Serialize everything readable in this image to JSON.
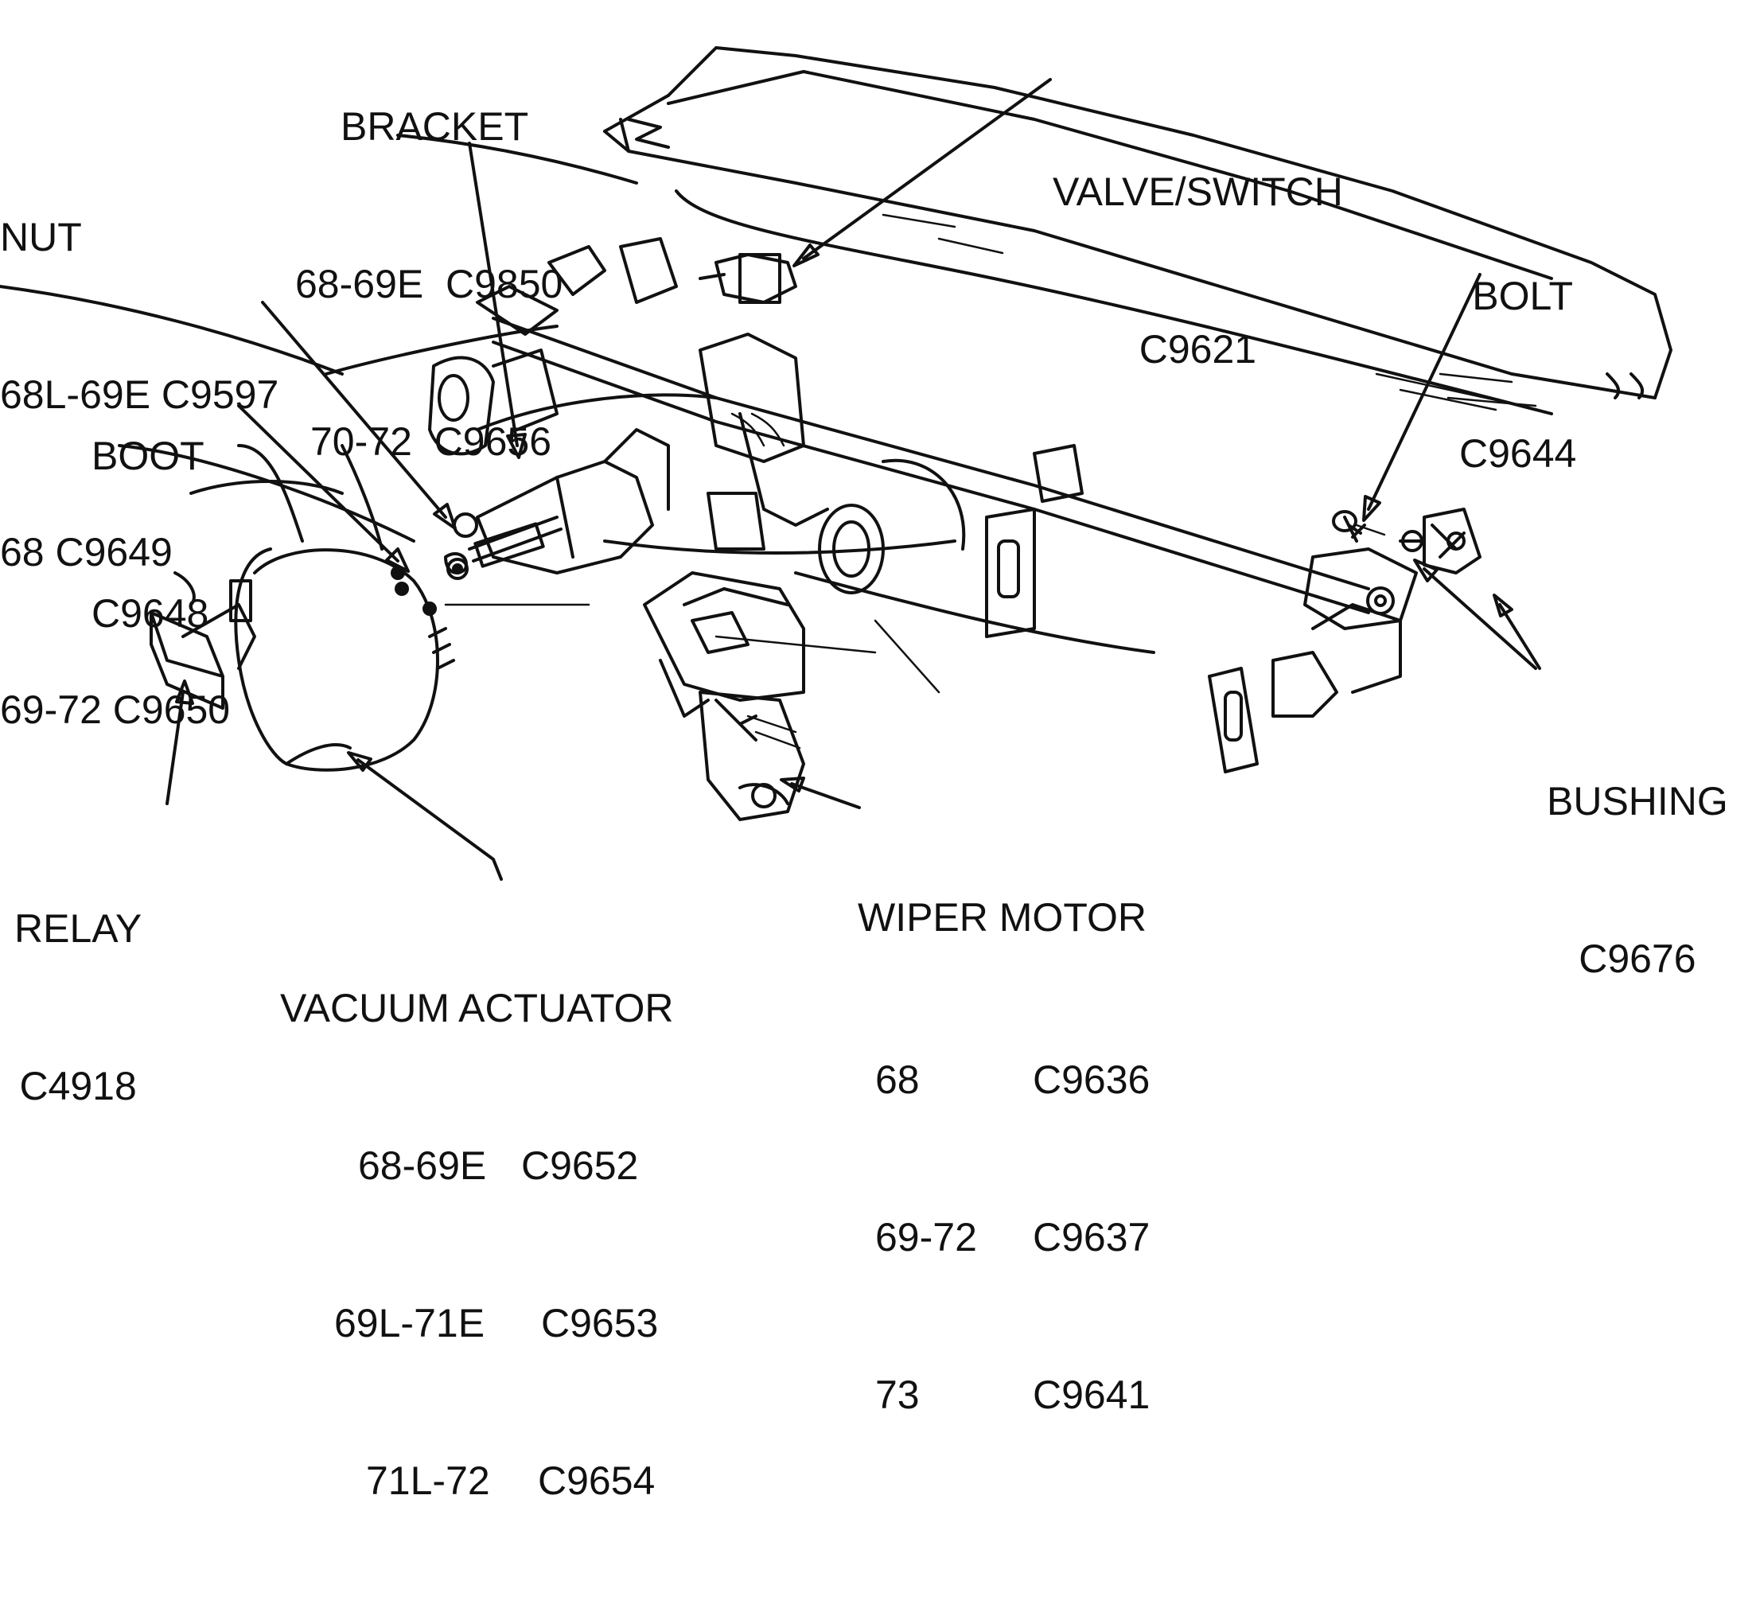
{
  "labels": {
    "bracket": {
      "title": "BRACKET",
      "lines": [
        "68-69E  C9850",
        "70-72  C9656"
      ]
    },
    "nut": {
      "title": "NUT",
      "lines": [
        "68L-69E C9597",
        "68 C9649",
        "69-72 C9650"
      ]
    },
    "boot": {
      "title": "BOOT",
      "part": "C9648"
    },
    "valve_switch": {
      "title": "VALVE/SWITCH",
      "part": "C9621"
    },
    "bolt": {
      "title": "BOLT",
      "part": "C9644"
    },
    "bushing": {
      "title": "BUSHING",
      "part": "C9676"
    },
    "relay": {
      "title": "RELAY",
      "part": "C4918"
    },
    "vacuum_actuator": {
      "title": "VACUUM ACTUATOR",
      "rows": [
        {
          "year": "68-69E",
          "part": "C9652"
        },
        {
          "year": "69L-71E",
          "part": "C9653"
        },
        {
          "year": "71L-72",
          "part": "C9654"
        }
      ]
    },
    "wiper_motor": {
      "title": "WIPER MOTOR",
      "rows": [
        {
          "year": "68",
          "part": "C9636"
        },
        {
          "year": "69-72",
          "part": "C9637"
        },
        {
          "year": "73",
          "part": "C9641"
        }
      ]
    }
  },
  "colors": {
    "ink": "#111111",
    "paper": "#ffffff"
  }
}
